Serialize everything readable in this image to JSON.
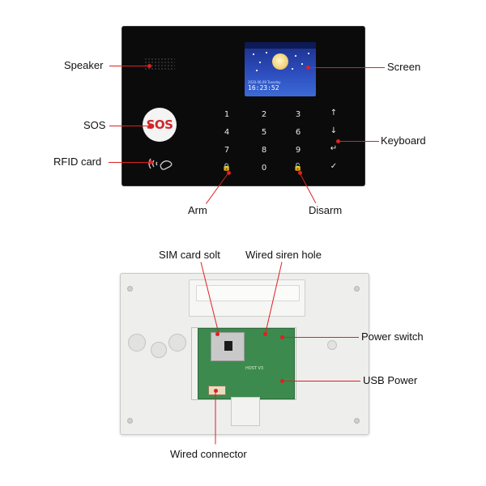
{
  "front": {
    "screen": {
      "date": "2020.06.09 Tuesday",
      "time": "16:23:52"
    },
    "sos_label": "SOS",
    "keys": [
      "1",
      "2",
      "3",
      "↑",
      "4",
      "5",
      "6",
      "↓",
      "7",
      "8",
      "9",
      "↵",
      "🔒",
      "0",
      "🔓",
      "✓"
    ],
    "callouts": {
      "speaker": "Speaker",
      "screen": "Screen",
      "sos": "SOS",
      "keyboard": "Keyboard",
      "rfid": "RFID card",
      "arm": "Arm",
      "disarm": "Disarm"
    }
  },
  "back": {
    "pcb_text": "HOST V3",
    "callouts": {
      "sim": "SIM card solt",
      "siren": "Wired siren hole",
      "power_switch": "Power switch",
      "usb": "USB Power",
      "wired_connector": "Wired connector"
    }
  },
  "colors": {
    "callout": "#e02020",
    "panel": "#0b0b0b",
    "sos_text": "#d0262a"
  }
}
